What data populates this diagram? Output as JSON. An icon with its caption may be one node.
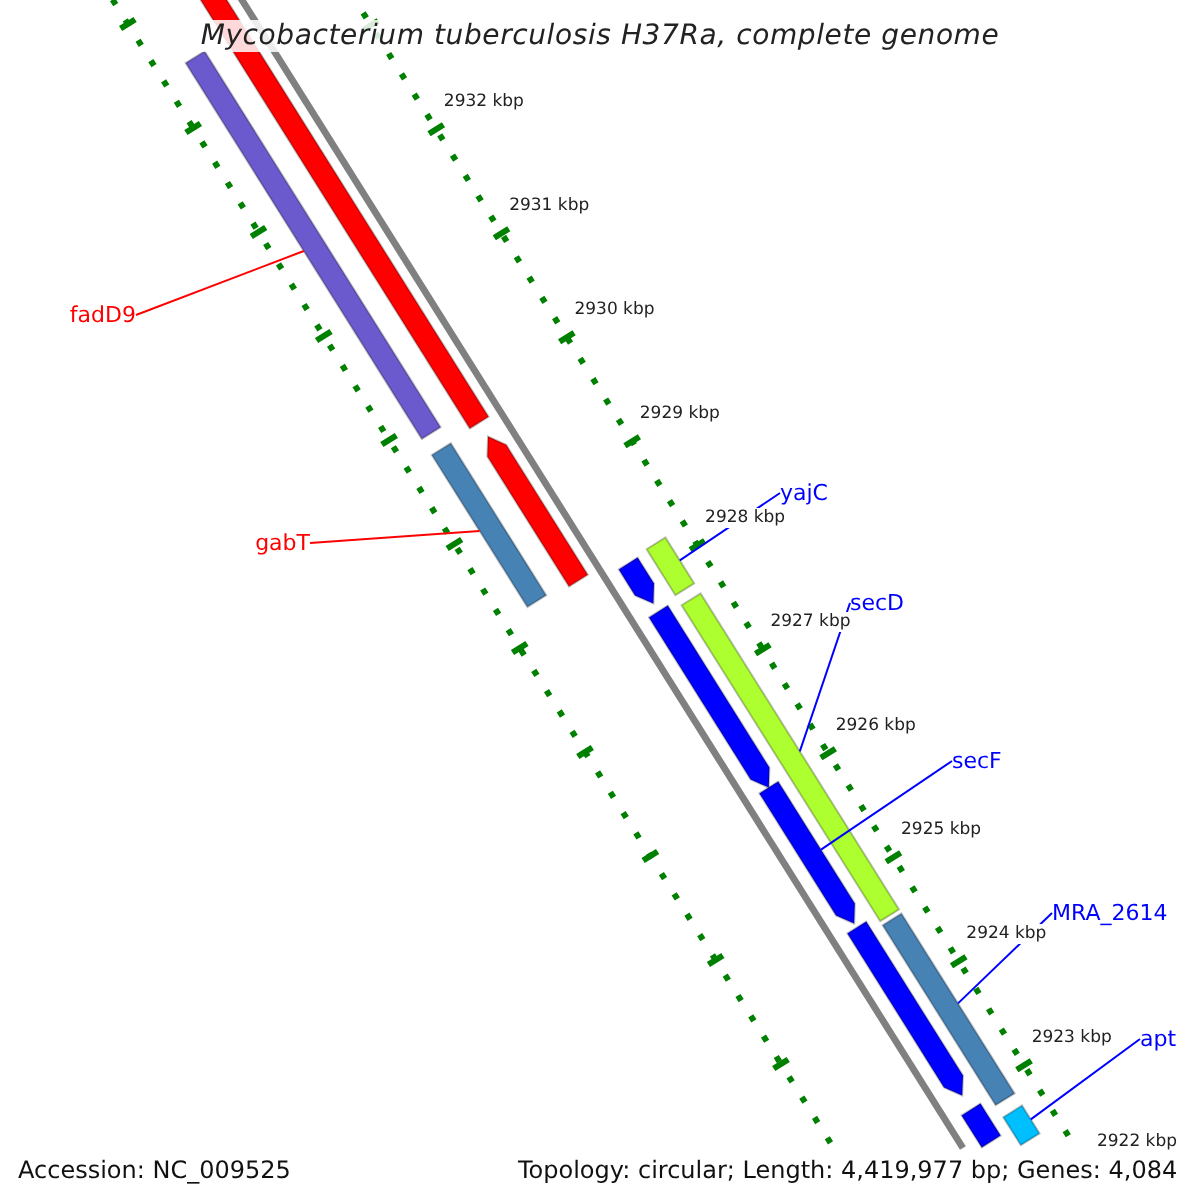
{
  "diagram": {
    "title": "Mycobacterium tuberculosis H37Ra, complete genome",
    "nodes": [
      {
        "text": [
          "fadD9"
        ]
      },
      {
        "text": [],
        "shape": "bar"
      },
      {
        "text": [
          "gabT"
        ]
      },
      {
        "text": [],
        "shape": "bar"
      },
      {
        "text": [
          "yajC"
        ]
      },
      {
        "text": [],
        "shape": "bar"
      },
      {
        "text": [
          "secD"
        ]
      },
      {
        "text": [],
        "shape": "bar"
      },
      {
        "text": [
          "secF"
        ]
      },
      {
        "text": [],
        "shape": "bar"
      },
      {
        "text": [
          "MRA_2614"
        ]
      },
      {
        "text": [],
        "shape": "bar"
      },
      {
        "text": [
          "apt"
        ]
      },
      {
        "text": [],
        "shape": "bar"
      },
      {
        "text": [],
        "shape": "bar"
      },
      {
        "text": [],
        "shape": "bar"
      },
      {
        "text": [],
        "shape": "bar"
      },
      {
        "text": [],
        "shape": "bar"
      },
      {
        "text": [],
        "shape": "bar"
      },
      {
        "text": [],
        "shape": "bar"
      }
    ],
    "edges": [
      {
        "from": 0,
        "to": 1,
        "arrow": "none",
        "color": "#ff0000"
      },
      {
        "from": 2,
        "to": 3,
        "arrow": "none",
        "color": "#ff0000"
      },
      {
        "from": 4,
        "to": 5,
        "arrow": "none"
      },
      {
        "from": 6,
        "to": 7,
        "arrow": "none"
      },
      {
        "from": 8,
        "to": 9,
        "arrow": "none"
      },
      {
        "from": 10,
        "to": 11,
        "arrow": "none"
      },
      {
        "from": 12,
        "to": 13,
        "arrow": "none"
      }
    ],
    "labels": [
      "2932 kbp",
      "2931 kbp",
      "2930 kbp",
      "2929 kbp",
      "2928 kbp",
      "2927 kbp",
      "2926 kbp",
      "2925 kbp",
      "2924 kbp",
      "2923 kbp",
      "2922 kbp",
      "Accession: NC_009525",
      "Topology: circular; Length: 4,419,977 bp; Genes: 4,084"
    ]
  }
}
